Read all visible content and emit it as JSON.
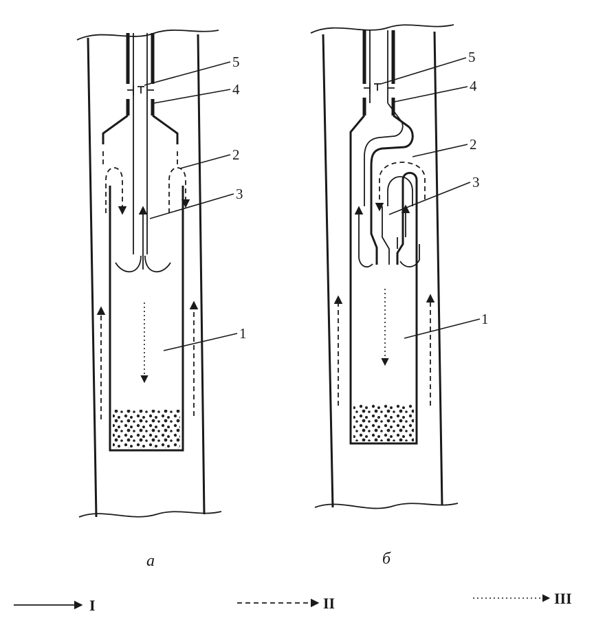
{
  "labels": {
    "n1": "1",
    "n2": "2",
    "n3": "3",
    "n4": "4",
    "n5": "5"
  },
  "captions": {
    "left": "а",
    "right": "б"
  },
  "legend": [
    {
      "style": "solid",
      "label": "I"
    },
    {
      "style": "dashed",
      "label": "II"
    },
    {
      "style": "dotted",
      "label": "III"
    }
  ]
}
